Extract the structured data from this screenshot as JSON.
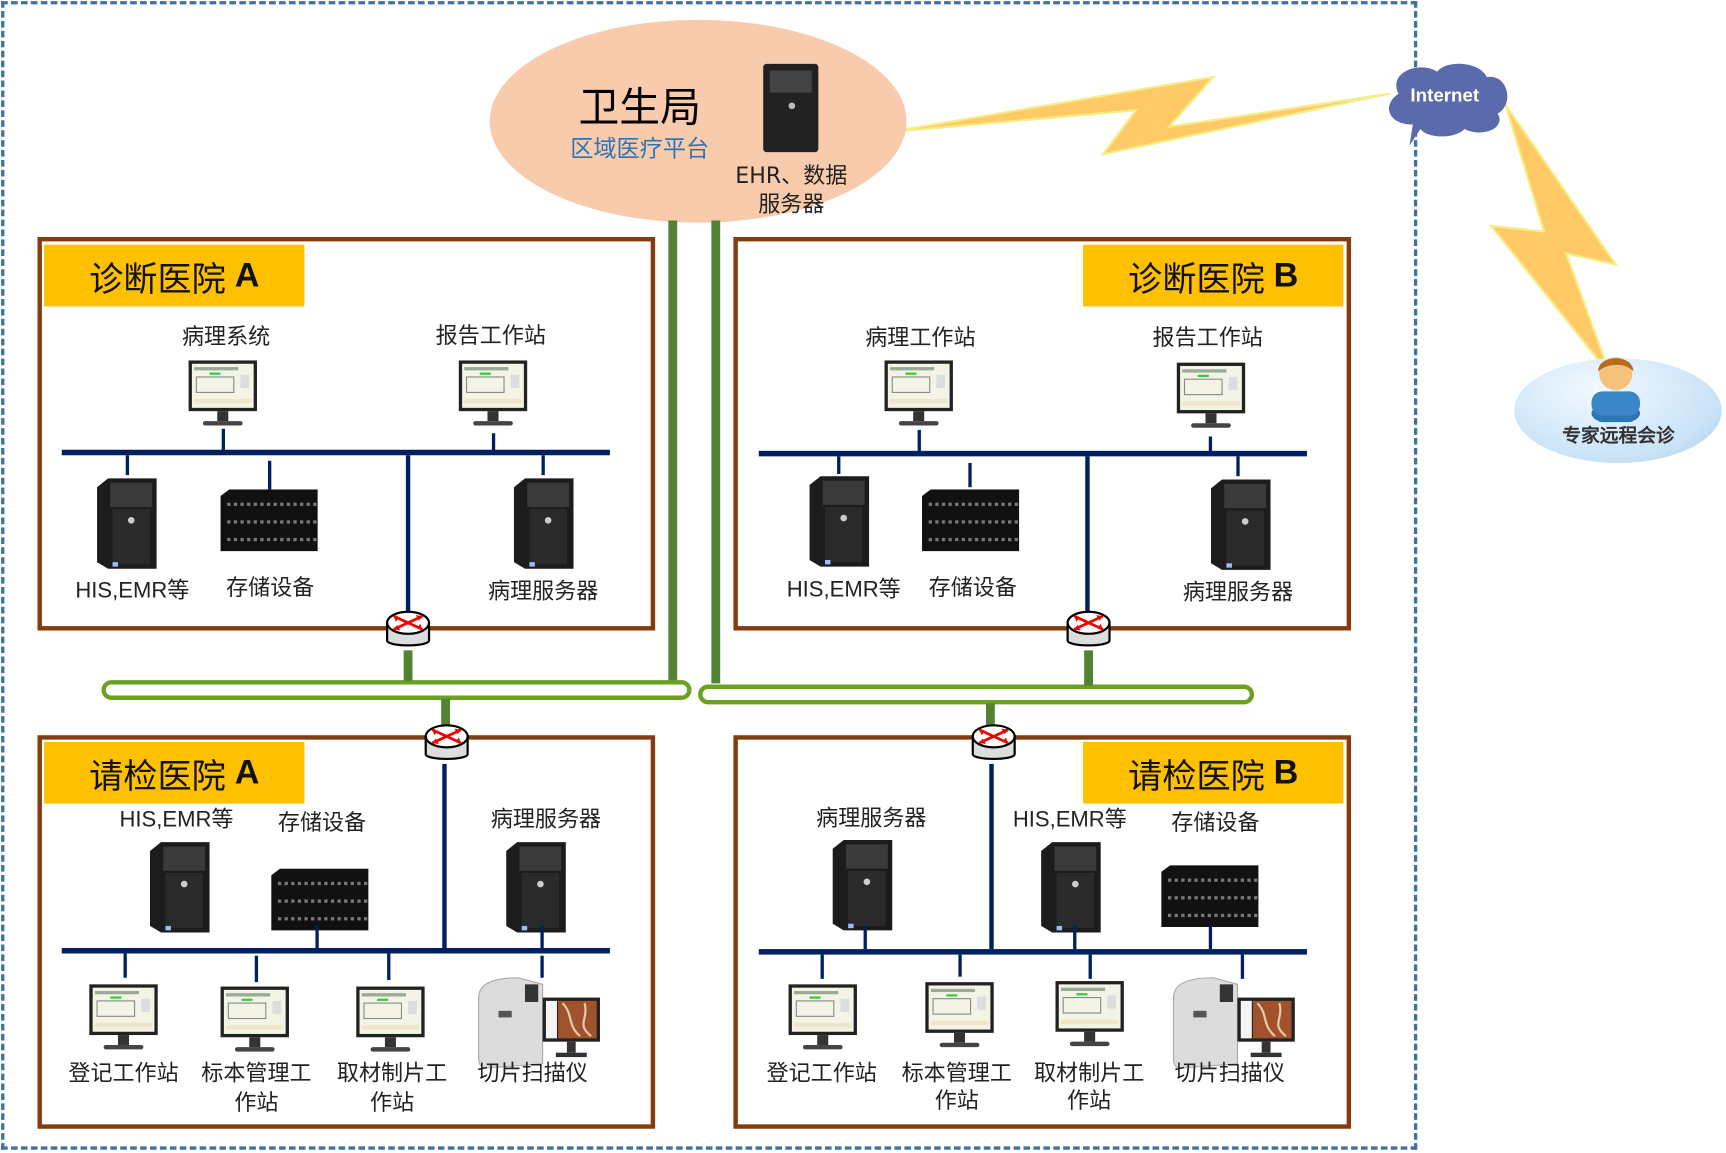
{
  "platform": {
    "title": "卫生局",
    "subtitle": "区域医疗平台",
    "server_label_line1": "EHR、数据",
    "server_label_line2": "服务器"
  },
  "internet": {
    "label": "Internet"
  },
  "expert": {
    "label": "专家远程会诊"
  },
  "hospitals": {
    "diag_a": {
      "title_cn": "诊断医院",
      "title_letter": "A",
      "top_devices": [
        "病理系统",
        "报告工作站"
      ],
      "bottom_devices": [
        "HIS,EMR等",
        "存储设备",
        "病理服务器"
      ]
    },
    "diag_b": {
      "title_cn": "诊断医院",
      "title_letter": "B",
      "top_devices": [
        "病理工作站",
        "报告工作站"
      ],
      "bottom_devices": [
        "HIS,EMR等",
        "存储设备",
        "病理服务器"
      ]
    },
    "req_a": {
      "title_cn": "请检医院",
      "title_letter": "A",
      "top_devices": [
        "HIS,EMR等",
        "存储设备",
        "病理服务器"
      ],
      "bottom_devices": [
        {
          "line1": "登记工作站",
          "line2": ""
        },
        {
          "line1": "标本管理工",
          "line2": "作站"
        },
        {
          "line1": "取材制片工",
          "line2": "作站"
        },
        {
          "line1": "切片扫描仪",
          "line2": ""
        }
      ]
    },
    "req_b": {
      "title_cn": "请检医院",
      "title_letter": "B",
      "top_devices": [
        "病理服务器",
        "HIS,EMR等",
        "存储设备"
      ],
      "bottom_devices": [
        {
          "line1": "登记工作站",
          "line2": ""
        },
        {
          "line1": "标本管理工",
          "line2": "作站"
        },
        {
          "line1": "取材制片工",
          "line2": "作站"
        },
        {
          "line1": "切片扫描仪",
          "line2": ""
        }
      ]
    }
  },
  "colors": {
    "frame_dashed": "#41719c",
    "hospital_border": "#843c0c",
    "title_bg": "#ffc000",
    "lan_bus": "#002060",
    "backbone": "#548235",
    "platform_bg": "#f8cbad",
    "internet_cloud": "#5b6aab",
    "lightning": "#ffc965"
  }
}
